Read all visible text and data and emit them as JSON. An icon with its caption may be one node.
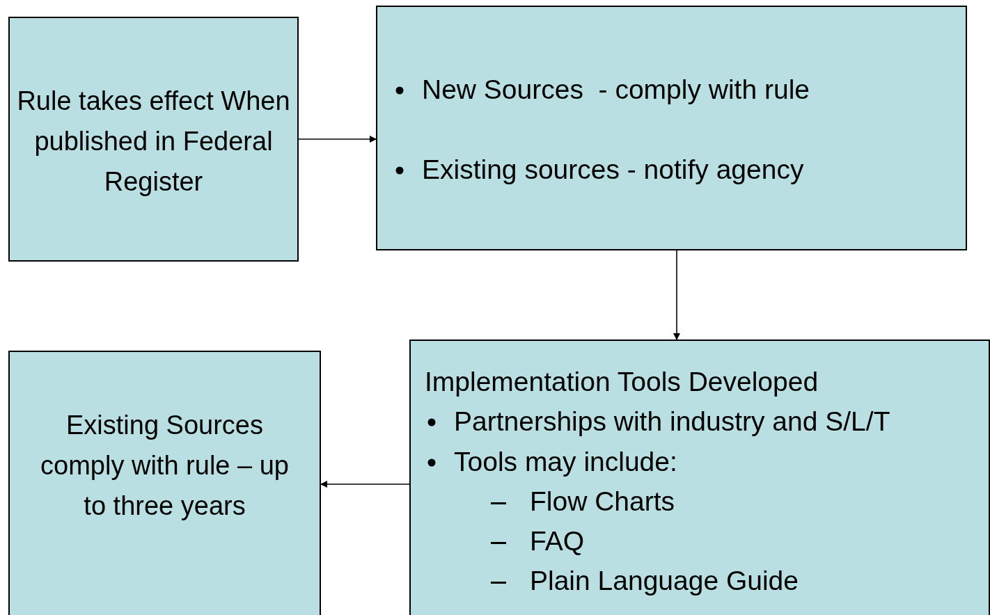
{
  "diagram": {
    "nodes": [
      {
        "text": [
          "Rule takes effect When published in Federal Register"
        ]
      },
      {
        "text": [
          "New Sources  - comply with rule",
          "Existing sources - notify agency"
        ]
      },
      {
        "text": [
          "Implementation Tools Developed",
          "Partnerships with industry and S/L/T",
          "Tools may include:",
          "Flow Charts",
          "FAQ",
          "Plain Language Guide"
        ]
      },
      {
        "text": [
          "Existing Sources comply with rule – up to three years"
        ]
      }
    ],
    "edges": [
      {
        "from": 0,
        "to": 1,
        "arrow": "to"
      },
      {
        "from": 1,
        "to": 2,
        "arrow": "to"
      },
      {
        "from": 2,
        "to": 3,
        "arrow": "to"
      }
    ]
  }
}
